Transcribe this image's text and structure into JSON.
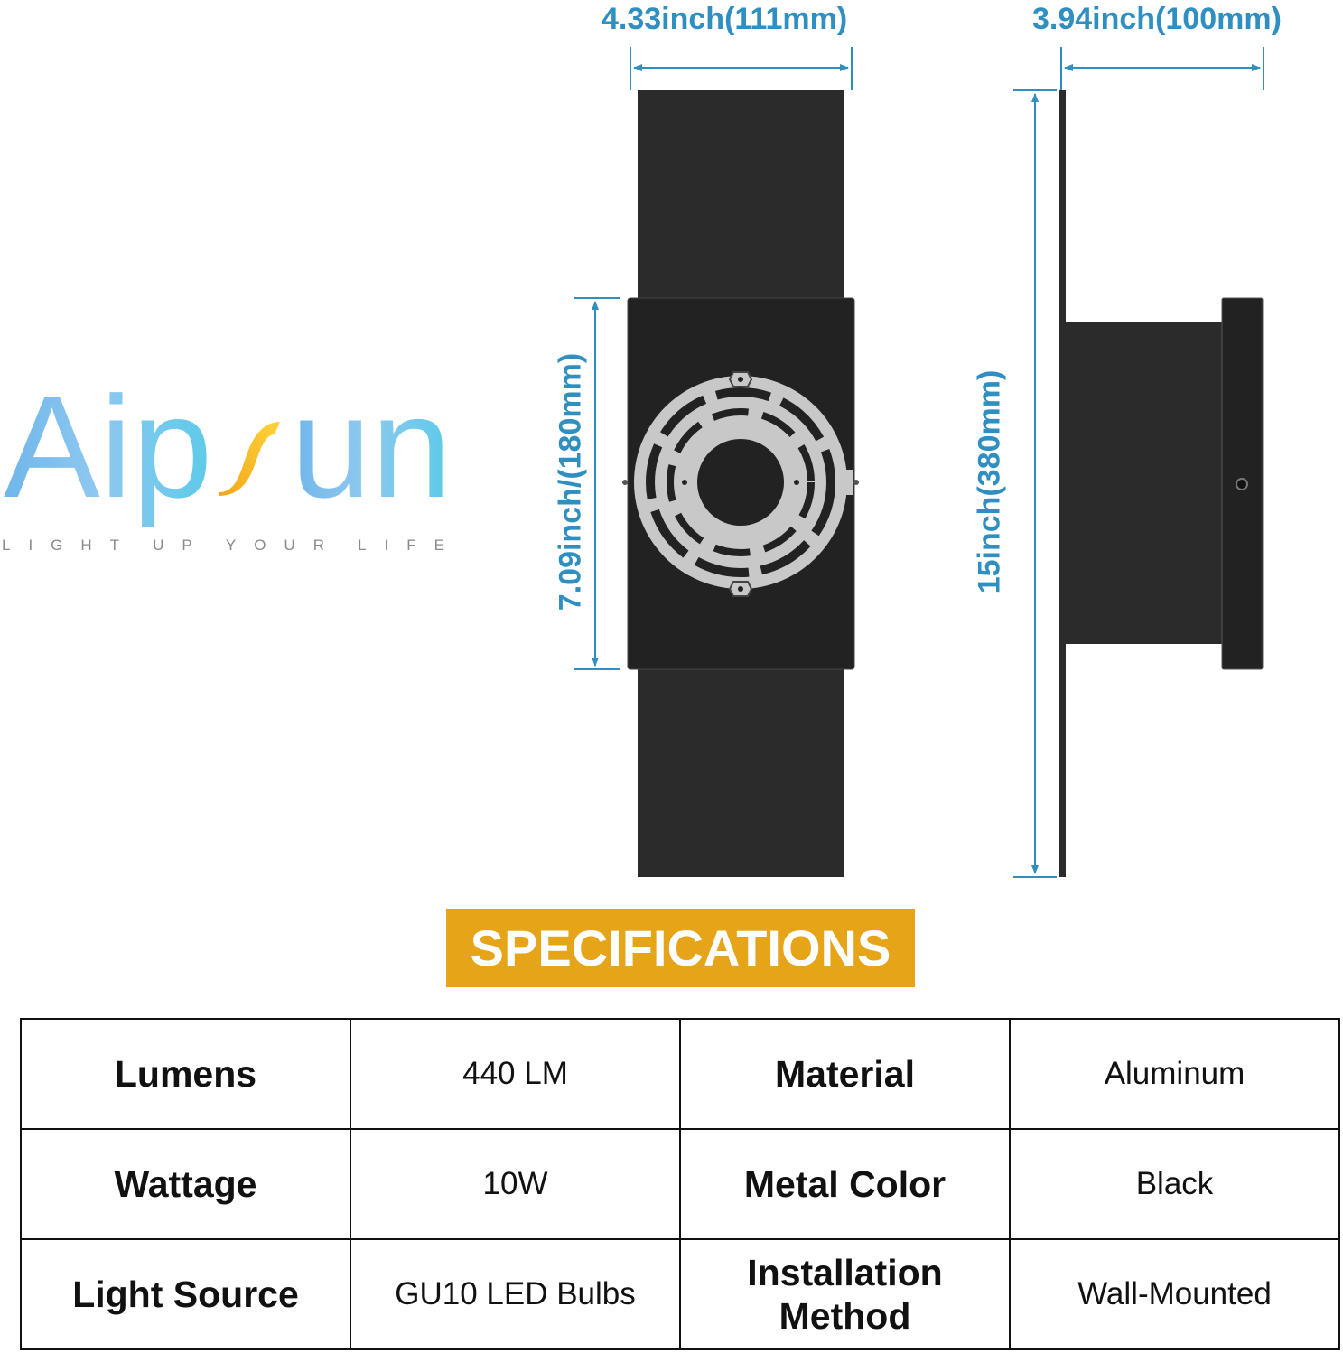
{
  "brand": {
    "name_part1": "Aip",
    "name_part2": "un",
    "tagline_words": [
      "LIGHT",
      "UP",
      "YOUR",
      "LIFE"
    ]
  },
  "dimensions": {
    "front_width": "4.33inch(111mm)",
    "side_depth": "3.94inch(100mm)",
    "backplate_height": "7.09inch/(180mm)",
    "total_height": "15inch(380mm)"
  },
  "colors": {
    "dimension_line": "#2f8fc0",
    "fixture": "#2b2b2b",
    "bracket": "#c8c8c8",
    "spec_banner": "#e6a418"
  },
  "specifications": {
    "title": "SPECIFICATIONS",
    "rows": [
      [
        {
          "key": "Lumens",
          "value": "440 LM"
        },
        {
          "key": "Material",
          "value": "Aluminum"
        }
      ],
      [
        {
          "key": "Wattage",
          "value": "10W"
        },
        {
          "key": "Metal Color",
          "value": "Black"
        }
      ],
      [
        {
          "key": "Light Source",
          "value": "GU10 LED Bulbs"
        },
        {
          "key": "Installation Method",
          "value": "Wall-Mounted"
        }
      ]
    ]
  }
}
